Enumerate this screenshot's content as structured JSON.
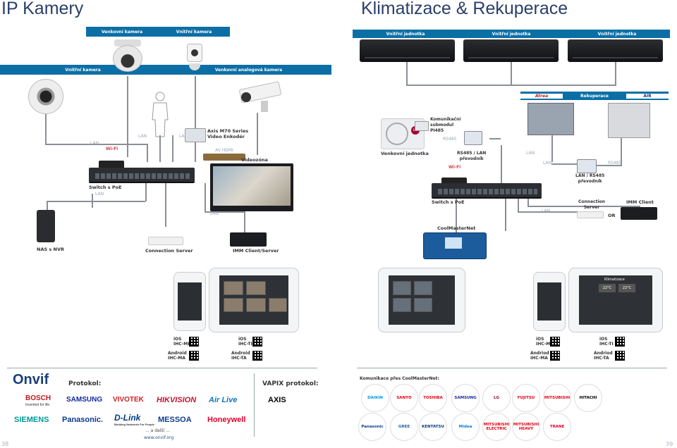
{
  "left_title": "IP Kamery",
  "right_title": "Klimatizace & Rekuperace",
  "left": {
    "bar1": [
      "Venkovní kamera",
      "Vnitřní kamera"
    ],
    "bar2": [
      "Vnitřní kamera",
      "Venkovní analogová kamera"
    ],
    "encoder_label": "Axis M70 Series\nVideo Enkodér",
    "videozona": "Videozóna",
    "av_hdmi": "AV HDMI",
    "wifi": "Wi-Fi",
    "switch_label": "Switch s PoE",
    "lan": "LAN",
    "nas": "NAS s NVR",
    "connection_server": "Connection Server",
    "imm": "IMM Client/Server",
    "apps": [
      {
        "os": "iOS",
        "app": "IHC-MI"
      },
      {
        "os": "iOS",
        "app": "IHC-TI"
      },
      {
        "os": "Android",
        "app": "IHC-MA"
      },
      {
        "os": "Android",
        "app": "IHC-TA"
      }
    ]
  },
  "right": {
    "bar1": [
      "Vnitřní jednotka",
      "Vnitřní jednotka",
      "Vnitřní jednotka"
    ],
    "rekuperace": "Rekuperace",
    "atrea": "Atrea",
    "air": "AIR",
    "komunikacni": "Komunikační\nsubmodul\nPI485",
    "rs485": "RS485",
    "lg": "LG",
    "venkovni": "Venkovní jednotka",
    "rs485_lan": "RS485 / LAN\npřevodník",
    "lan_rs485": "LAN / RS485\npřevodník",
    "wifi": "Wi-Fi",
    "switch_label": "Switch s PoE",
    "connection_server": "Connection\nServer",
    "or": "OR",
    "imm": "IMM Client",
    "coolmaster": "CoolMasterNet",
    "lan": "LAN",
    "apps": [
      {
        "os": "iOS",
        "app": "IHC-MI"
      },
      {
        "os": "iOS",
        "app": "IHC-TI"
      },
      {
        "os": "Andriod",
        "app": "IHC-MA"
      },
      {
        "os": "Andriod",
        "app": "IHC-TA"
      }
    ],
    "klimatizace_screen": "Klimatizace",
    "temp1": "22°C",
    "temp2": "22°C"
  },
  "footer_left": {
    "onvif": "Onvif",
    "protokol": "Protokol:",
    "vapix": "VAPIX protokol:",
    "brands": [
      "BOSCH",
      "Invented for life",
      "SAMSUNG",
      "VIVOTEK",
      "HIKVISION",
      "Air Live",
      "AXIS",
      "SIEMENS",
      "Panasonic.",
      "D-Link",
      "Building Networks For People",
      "MESSOA",
      "Honeywell"
    ],
    "more": "... a další ...",
    "url": "www.onvif.org"
  },
  "footer_right": {
    "title": "Komunikace přes CoolMasterNet:",
    "brands": [
      "DAIKIN",
      "SANYO",
      "TOSHIBA",
      "SAMSUNG",
      "LG",
      "FUJITSU",
      "MITSUBISHI",
      "HITACHI",
      "Panasonic",
      "GREE",
      "KENTATSU",
      "Midea",
      "MITSUBISHI ELECTRIC",
      "MITSUBISHI HEAVY",
      "TRANE"
    ]
  },
  "page_left": "38",
  "page_right": "39",
  "colors": {
    "bar": "#0b6fa6",
    "title": "#2a3f6a",
    "cable_blue": "#3d86c4"
  }
}
